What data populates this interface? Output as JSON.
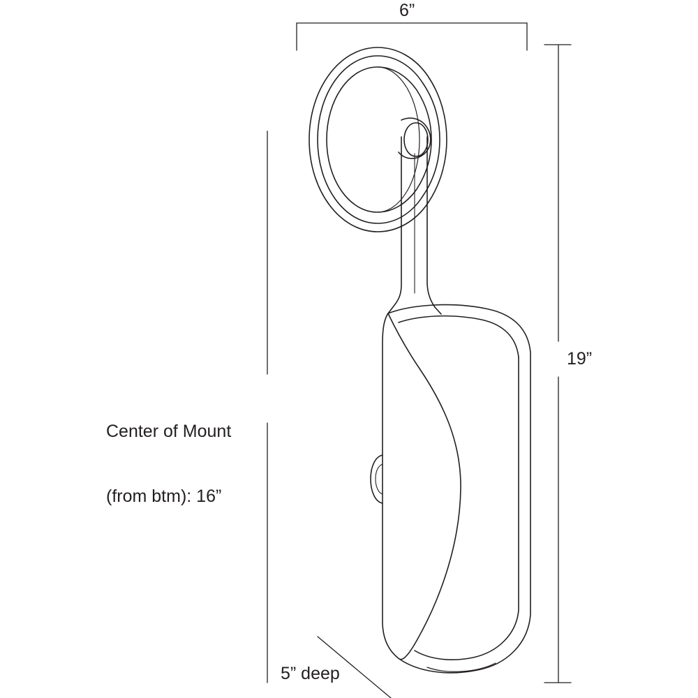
{
  "diagram": {
    "type": "product-dimension-drawing",
    "subject": "wall sconce light fixture",
    "background_color": "#ffffff",
    "line_color": "#231f20",
    "text_color": "#231f20",
    "dimensions": {
      "width": {
        "label": "6”",
        "position": "top",
        "orientation": "horizontal"
      },
      "height": {
        "label": "19”",
        "position": "right",
        "orientation": "vertical"
      },
      "depth": {
        "label": "5” deep",
        "position": "bottom-left",
        "orientation": "diagonal"
      },
      "mount": {
        "line1": "Center of Mount",
        "line2": "(from btm): 16”",
        "position": "left",
        "orientation": "vertical"
      }
    }
  }
}
